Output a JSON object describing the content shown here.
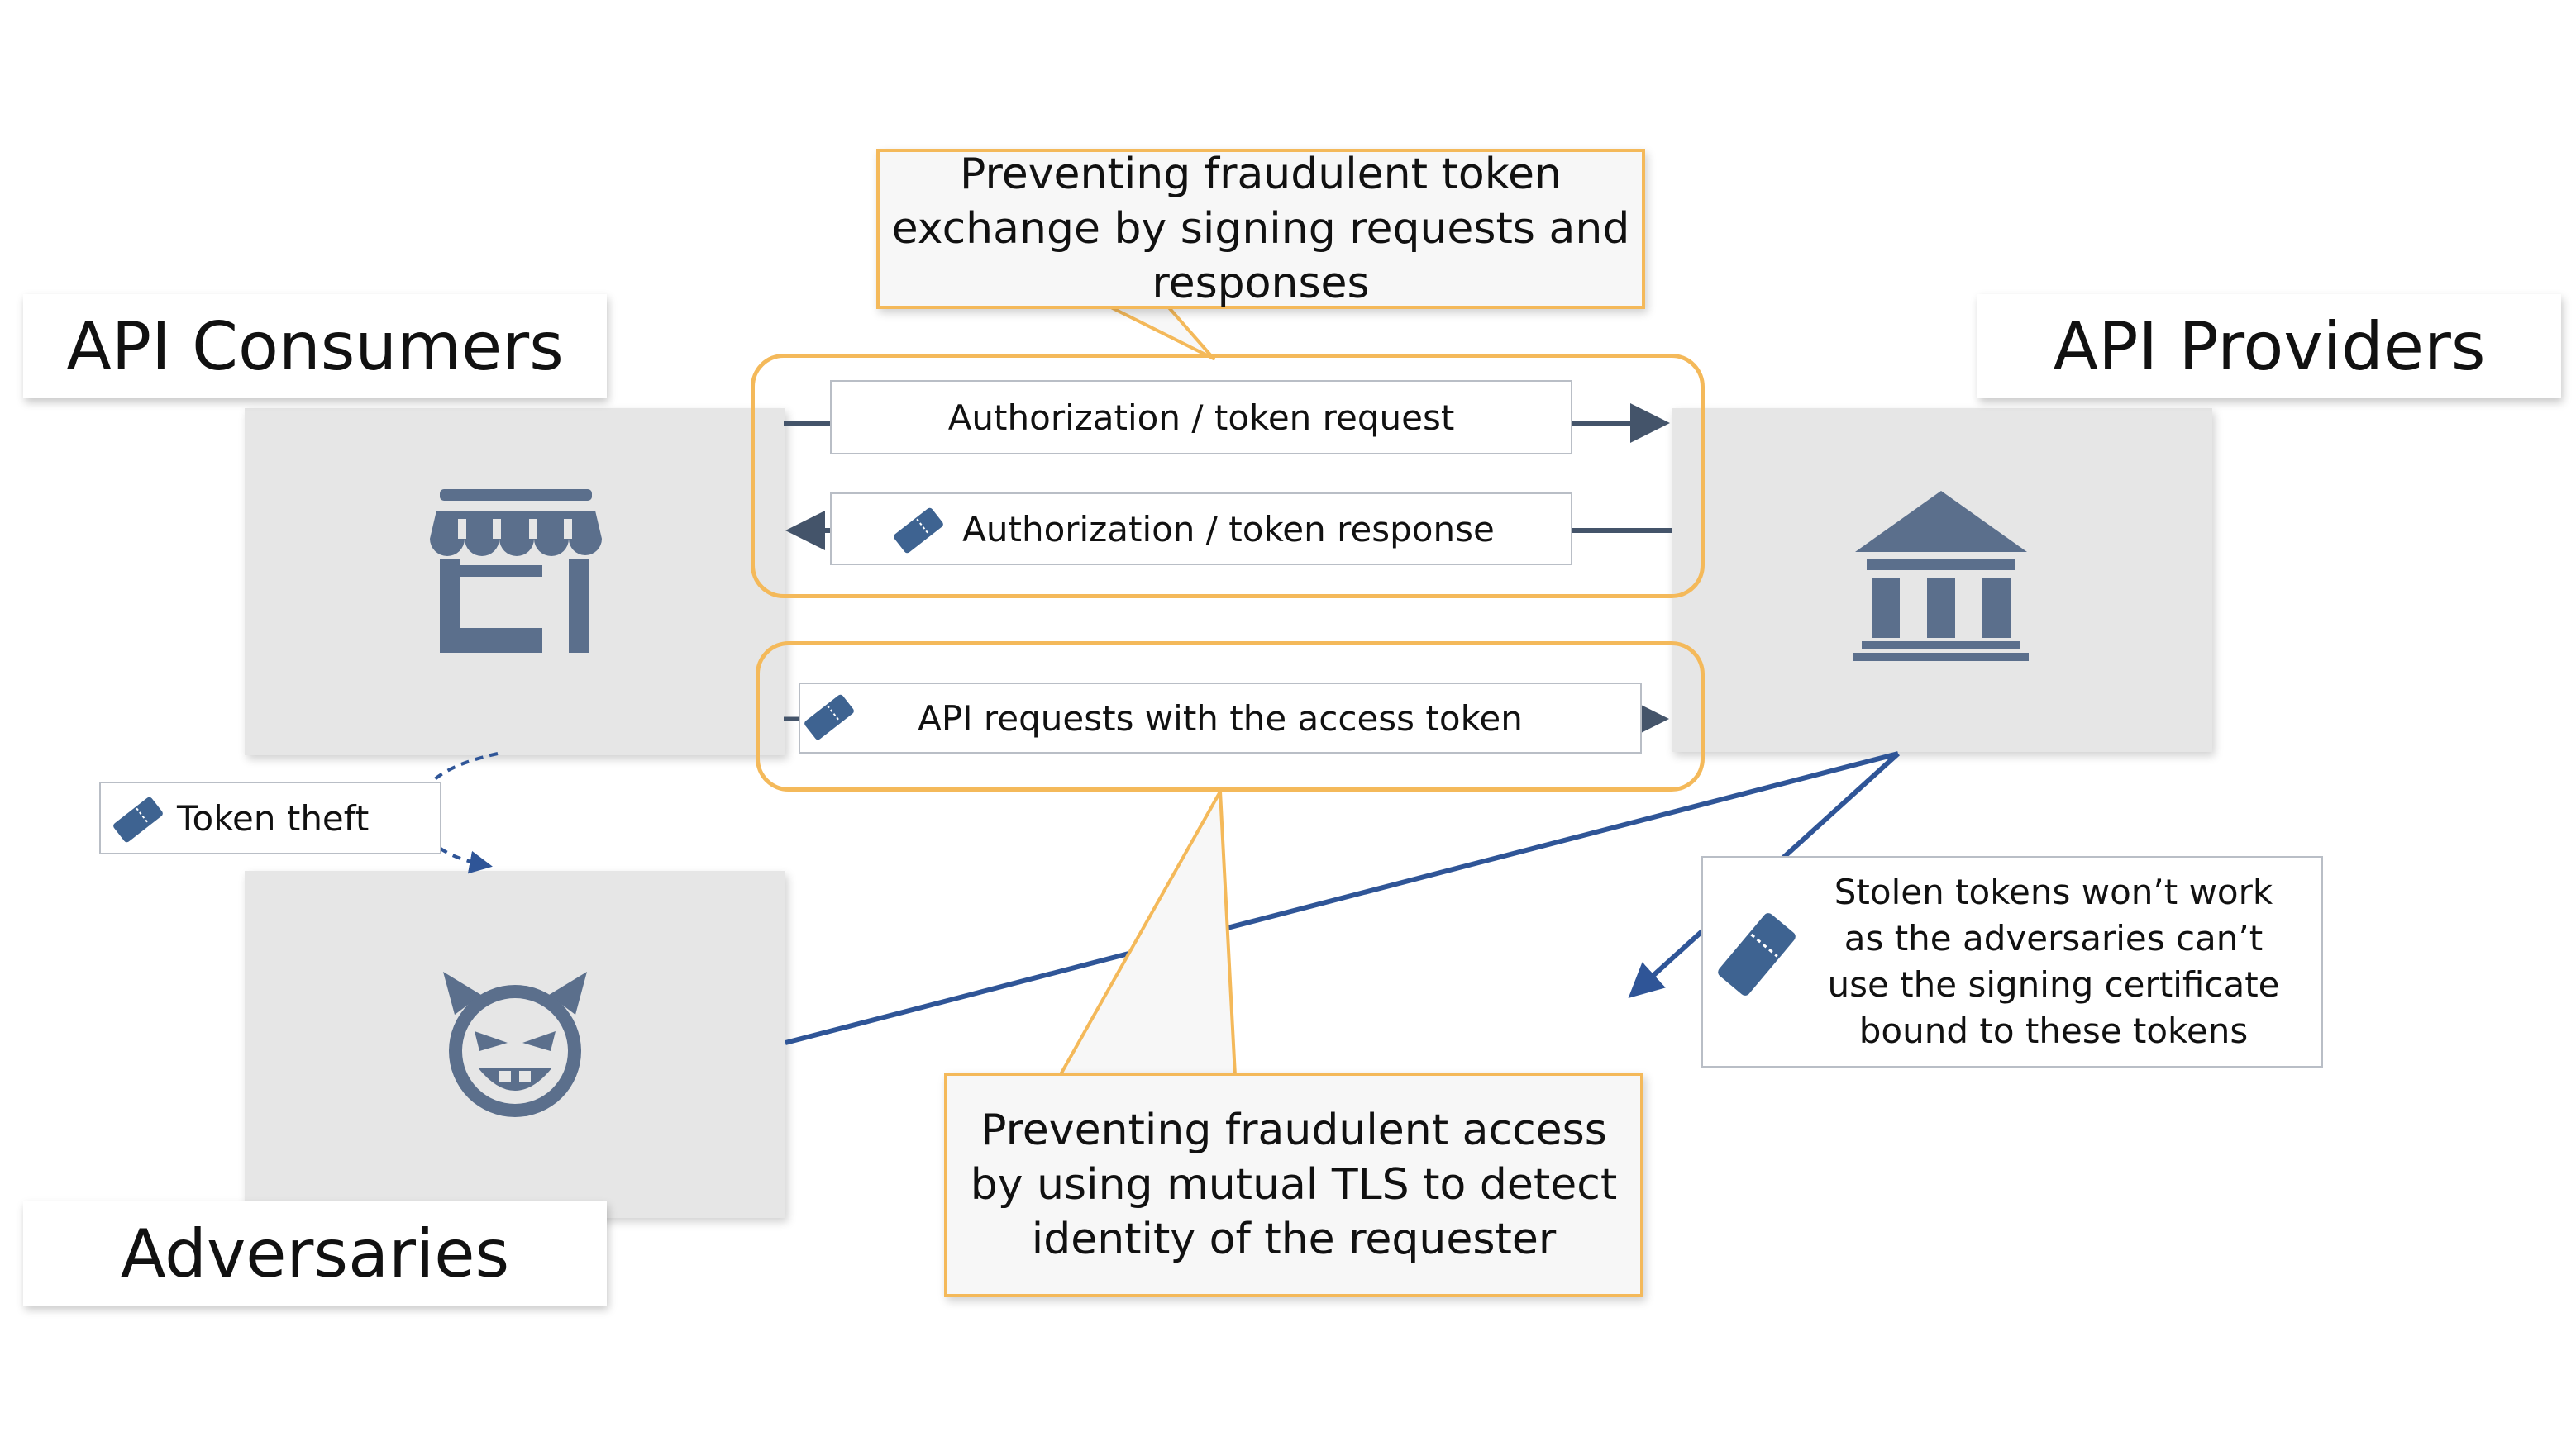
{
  "labels": {
    "consumers": "API Consumers",
    "providers": "API Providers",
    "adversaries": "Adversaries"
  },
  "callouts": {
    "token_exchange": "Preventing fraudulent token exchange by signing requests and responses",
    "mutual_tls": "Preventing fraudulent access by using mutual TLS to detect identity of the requester"
  },
  "messages": {
    "token_request": "Authorization / token request",
    "token_response": "Authorization / token response",
    "api_request": "API requests with the access token"
  },
  "token_theft": "Token theft",
  "stolen_note": "Stolen tokens won’t work as the adversaries can’t use the signing certificate bound to these tokens",
  "icons": {
    "consumer": "store-icon",
    "provider": "bank-icon",
    "adversary": "devil-face-icon",
    "token": "ticket-icon"
  },
  "colors": {
    "icon": "#5b6f8c",
    "arrow": "#2f5597",
    "accent": "#f4b95a",
    "panel": "#e6e6e6"
  }
}
